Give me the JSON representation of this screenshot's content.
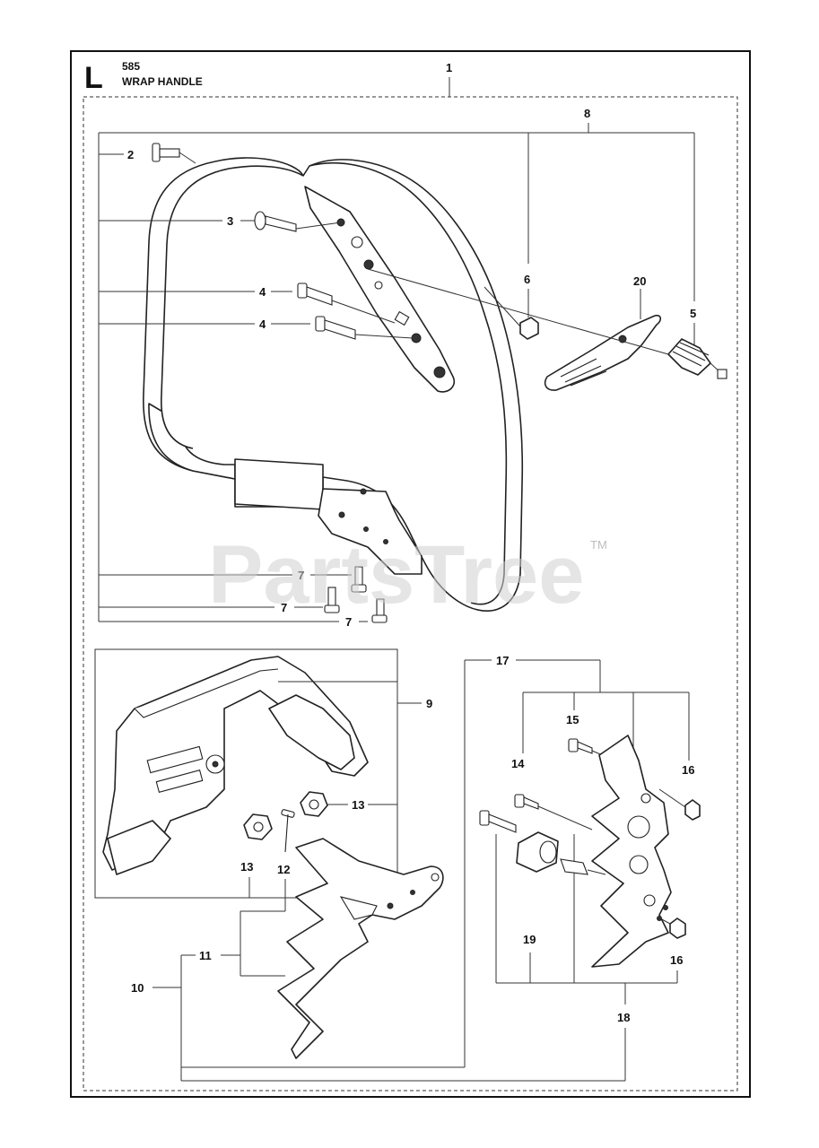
{
  "header": {
    "section_letter": "L",
    "model": "585",
    "title": "WRAP HANDLE"
  },
  "watermark": {
    "text": "PartsTree",
    "trademark": "TM"
  },
  "callouts": {
    "c1": "1",
    "c2": "2",
    "c3": "3",
    "c4a": "4",
    "c4b": "4",
    "c5": "5",
    "c6": "6",
    "c7a": "7",
    "c7b": "7",
    "c7c": "7",
    "c8": "8",
    "c9": "9",
    "c10": "10",
    "c11": "11",
    "c12": "12",
    "c13a": "13",
    "c13b": "13",
    "c14": "14",
    "c15": "15",
    "c16a": "16",
    "c16b": "16",
    "c17": "17",
    "c18": "18",
    "c19": "19",
    "c20": "20"
  }
}
